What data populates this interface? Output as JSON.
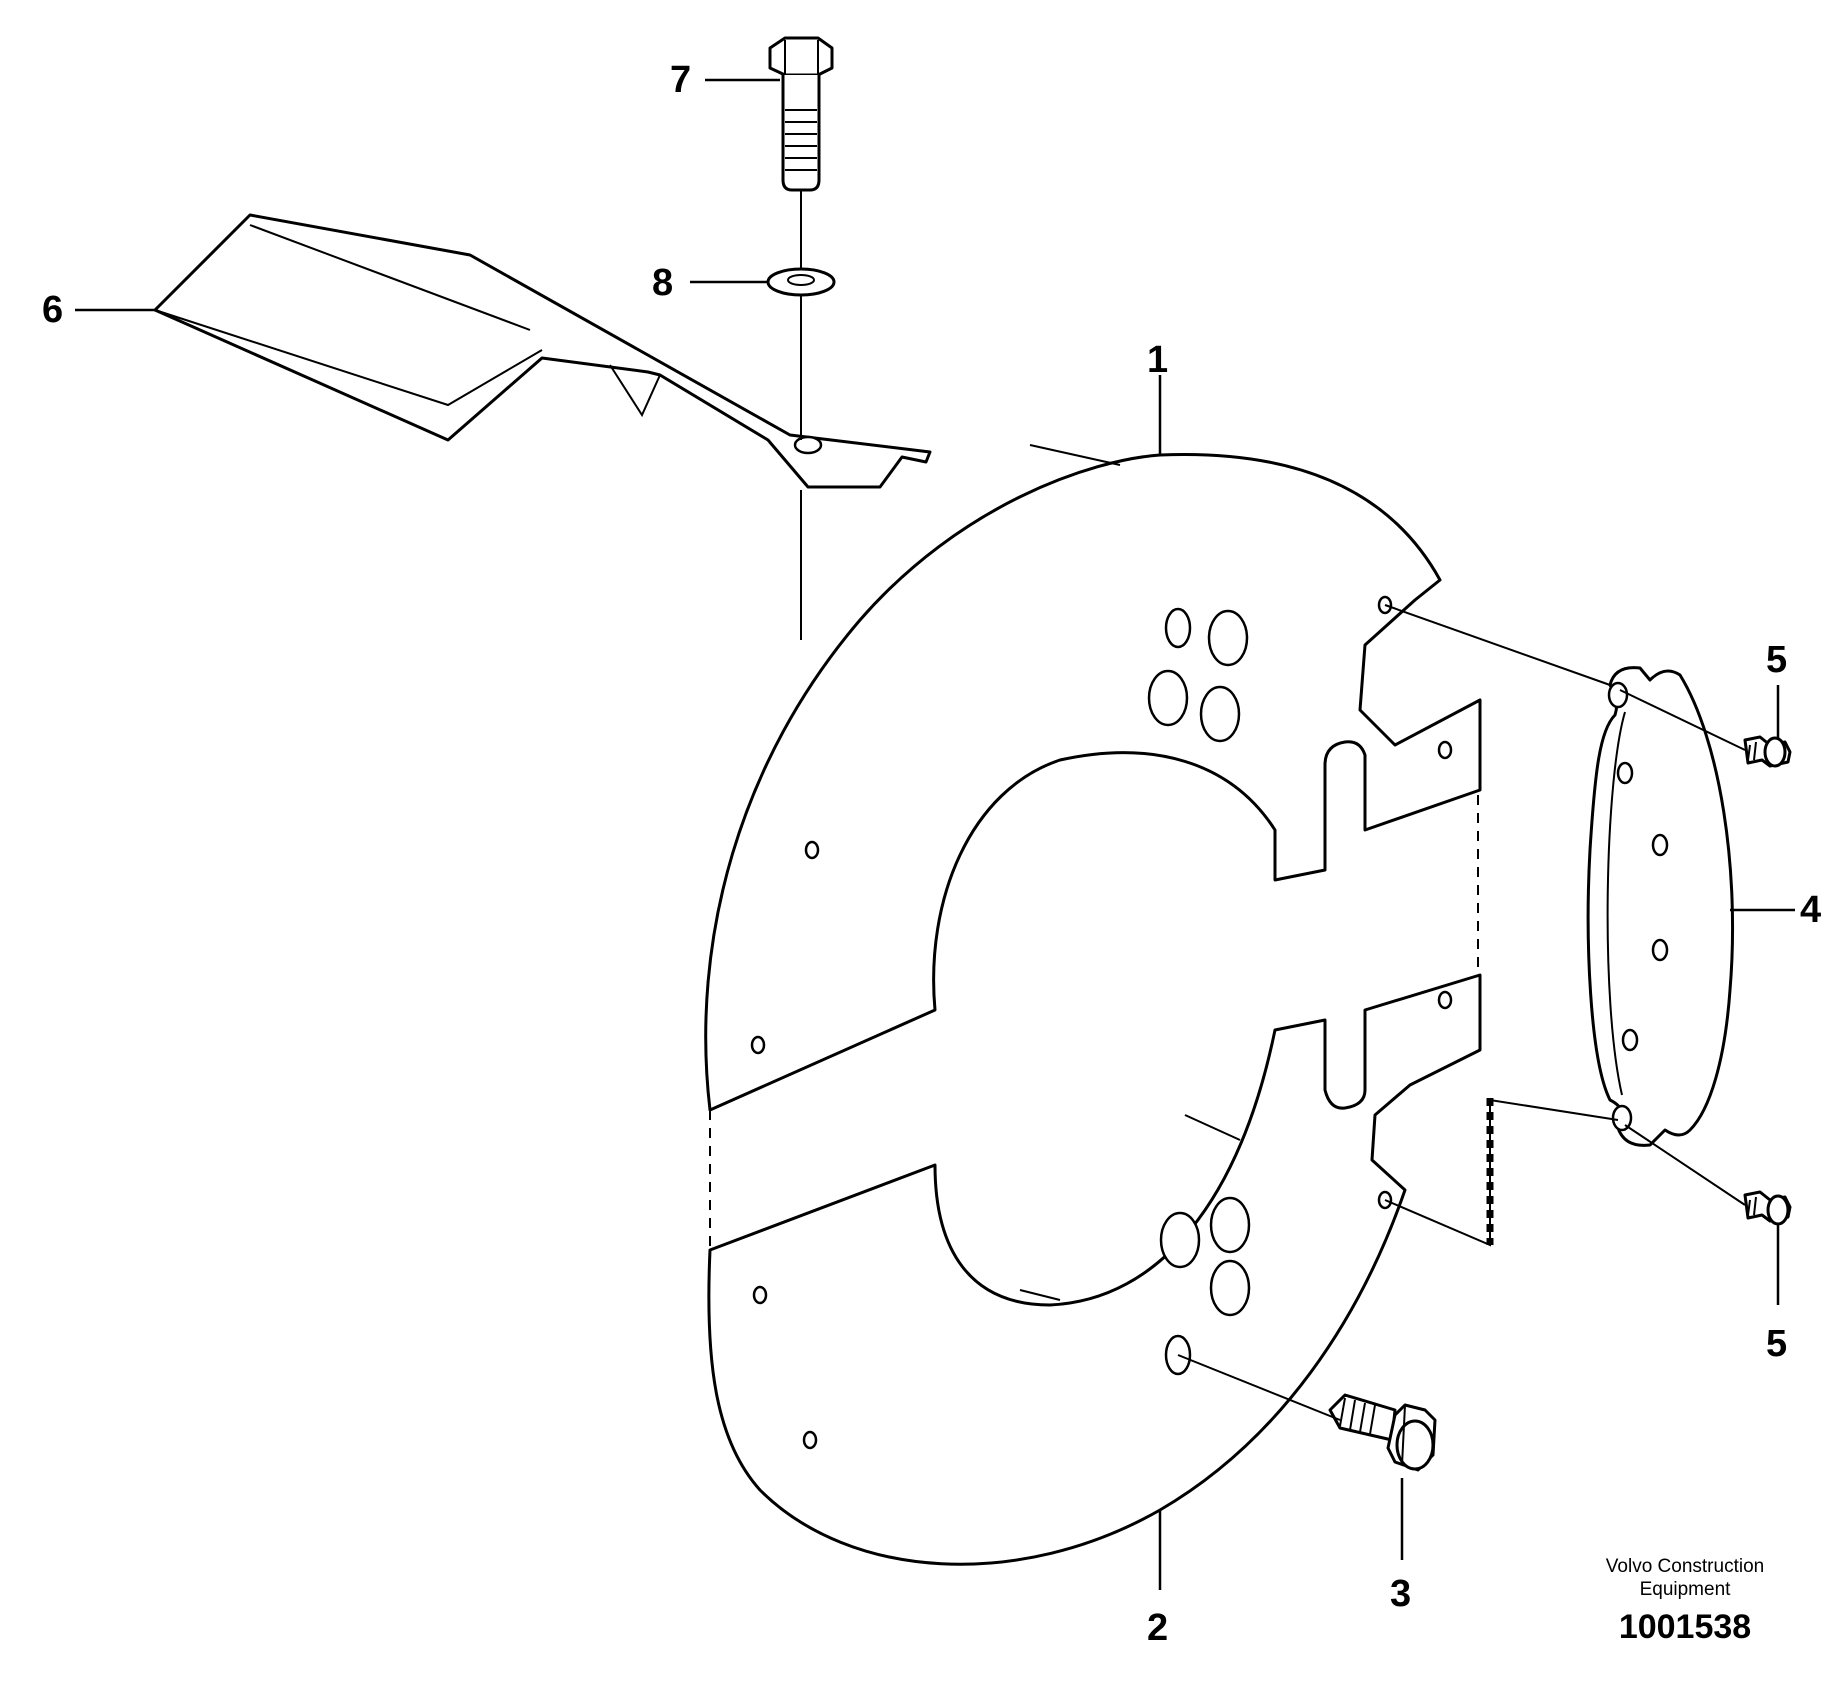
{
  "callouts": {
    "c1": "1",
    "c2": "2",
    "c3": "3",
    "c4": "4",
    "c5a": "5",
    "c5b": "5",
    "c6": "6",
    "c7": "7",
    "c8": "8"
  },
  "caption": {
    "company_line1": "Volvo Construction",
    "company_line2": "Equipment",
    "drawing_number": "1001538"
  }
}
